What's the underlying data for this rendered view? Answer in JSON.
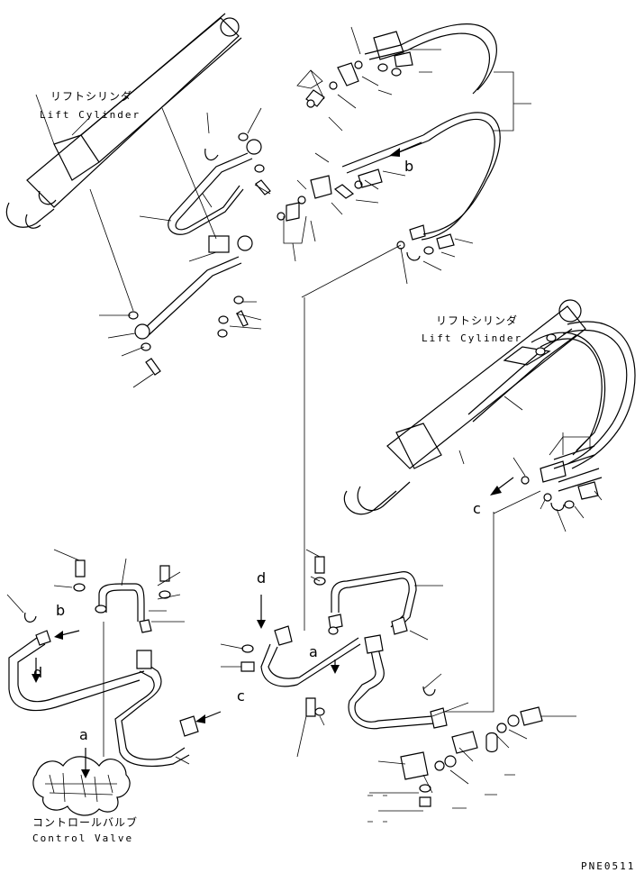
{
  "labels": {
    "lift_cylinder_top_jp": "リフトシリンダ",
    "lift_cylinder_top_en": "Lift Cylinder",
    "lift_cylinder_right_jp": "リフトシリンダ",
    "lift_cylinder_right_en": "Lift Cylinder",
    "control_valve_jp": "コントロールバルブ",
    "control_valve_en": "Control Valve"
  },
  "references": {
    "a": "a",
    "b": "b",
    "c": "c",
    "d": "d"
  },
  "drawing_code": "PNE0511"
}
